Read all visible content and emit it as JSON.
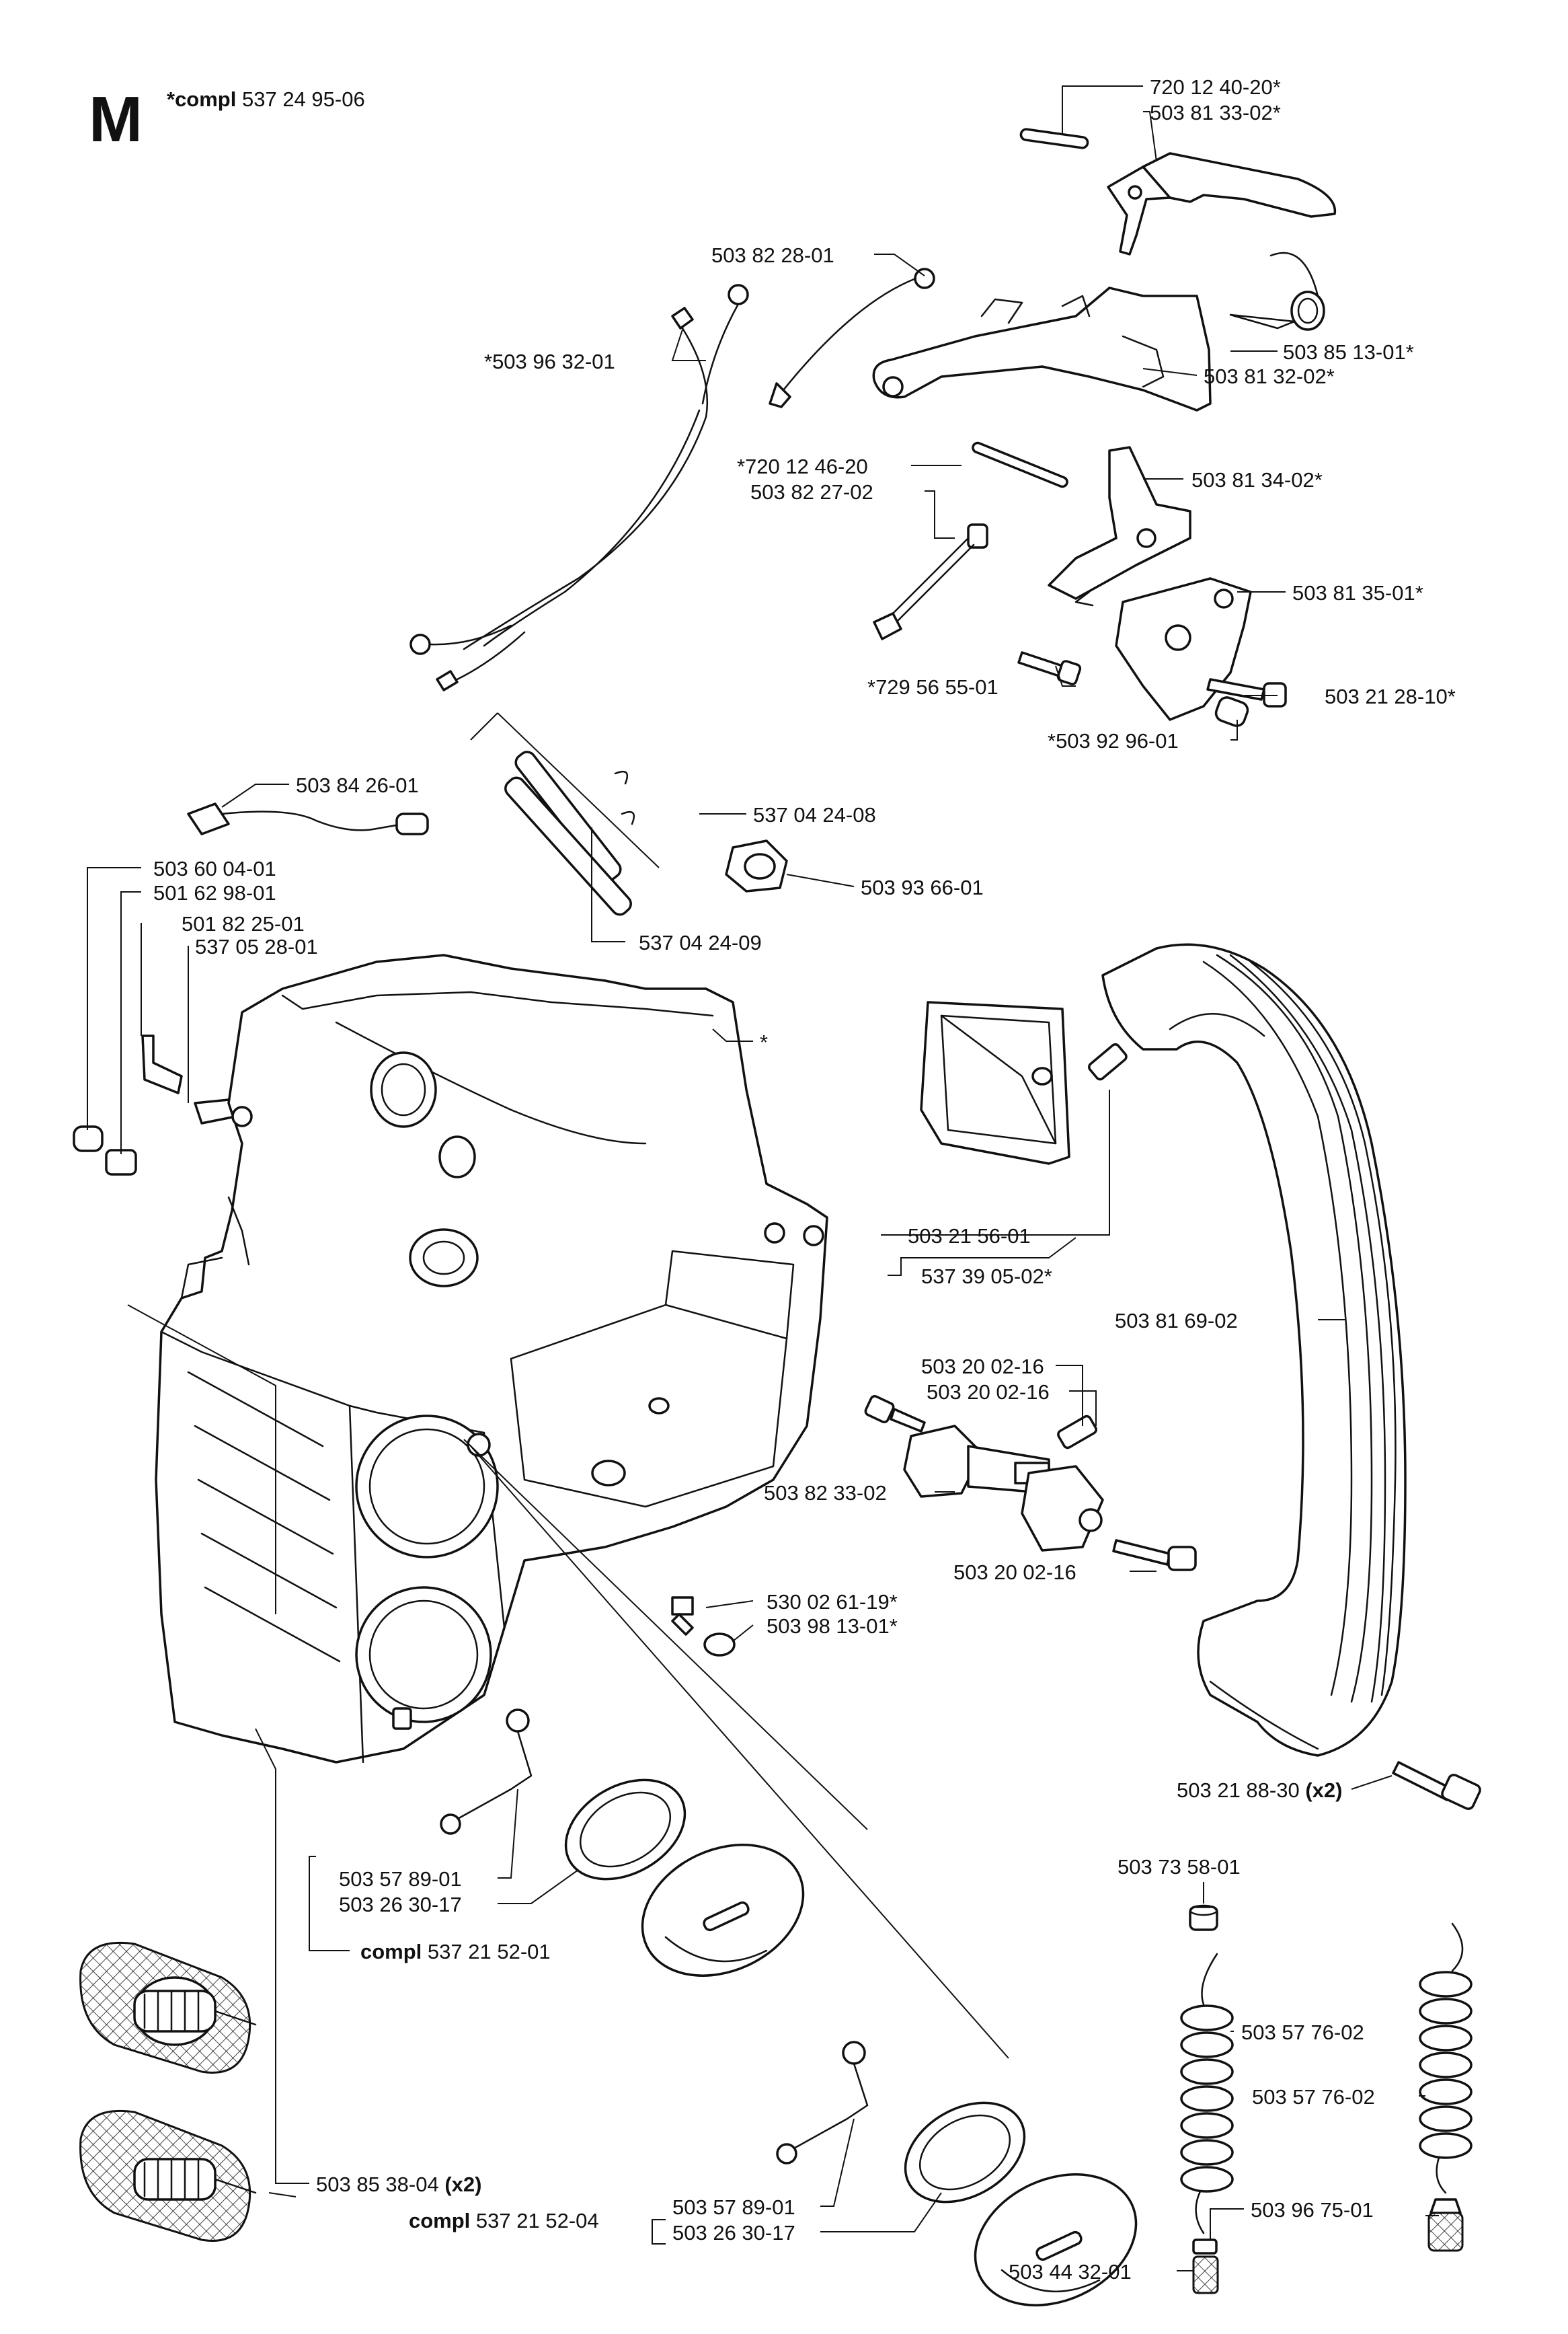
{
  "section": {
    "letter": "M",
    "compl_prefix": "*compl",
    "compl_number": "537 24 95-06"
  },
  "labels": {
    "l01": "720 12 40-20*",
    "l02": "503 81 33-02*",
    "l03": "503 82 28-01",
    "l04": "503 85 13-01*",
    "l05": "*503 96 32-01",
    "l06": "503 81 32-02*",
    "l07": "*720 12 46-20",
    "l08": "503 82 27-02",
    "l09": "503 81 34-02*",
    "l10": "503 81 35-01*",
    "l11": "*729 56 55-01",
    "l12": "503 21 28-10*",
    "l13": "*503 92 96-01",
    "l14": "503 84 26-01",
    "l15": "537 04 24-08",
    "l16": "503 60 04-01",
    "l17": "501 62 98-01",
    "l18": "503 93 66-01",
    "l19": "501 82 25-01",
    "l20": "537 05 28-01",
    "l21": "537 04 24-09",
    "l22": "*",
    "l23": "503 21 56-01",
    "l24": "537 39 05-02*",
    "l25": "503 81 69-02",
    "l26": "503 20 02-16",
    "l27": "503 20 02-16",
    "l28": "503 82 33-02",
    "l29": "503 20 02-16",
    "l30": "530 02 61-19*",
    "l31": "503 98 13-01*",
    "l32_num": "503 21 88-30",
    "l32_qty": "(x2)",
    "l33": "503 73 58-01",
    "l34": "503 57 89-01",
    "l35": "503 26 30-17",
    "l36_prefix": "compl",
    "l36_num": "537 21 52-01",
    "l37": "503 57 76-02",
    "l38": "503 57 76-02",
    "l39_prefix": "compl",
    "l39_num": "537 21 52-04",
    "l40": "503 57 89-01",
    "l41": "503 26 30-17",
    "l42_num": "503 85 38-04",
    "l42_qty": "(x2)",
    "l43": "503 96 75-01",
    "l44": "503 44 32-01"
  }
}
